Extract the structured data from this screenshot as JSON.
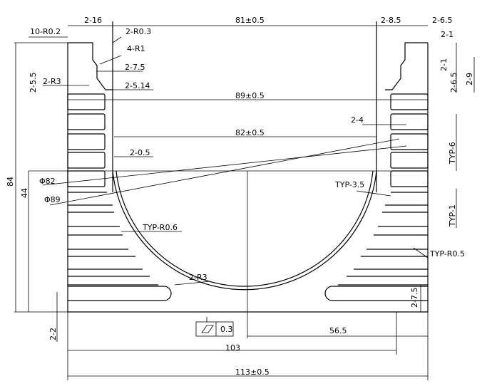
{
  "labels": {
    "d1": "2-16",
    "d2": "81±0.5",
    "d3": "2-8.5",
    "d4": "2-6.5",
    "d5": "10-R0.2",
    "d6": "2-R0.3",
    "d7": "2-1",
    "d8": "4-R1",
    "d9": "2-1",
    "d10": "2-7.5",
    "d11": "2-9",
    "d12": "2-5.5",
    "d13": "2-R3",
    "d14": "2-6.5",
    "d15": "2-5.14",
    "d16": "89±0.5",
    "d17": "2-4",
    "d18": "82±0.5",
    "d19": "TYP-6",
    "d20": "2-0.5",
    "d21": "84",
    "d22": "44",
    "d23": "Φ82",
    "d24": "TYP-3.5",
    "d25": "Φ89",
    "d26": "TYP-1",
    "d27": "TYP-R0.6",
    "d28": "TYP-R0.5",
    "d29": "2-R3",
    "d30": "2-7.5",
    "d31": "0.3",
    "d32": "2-2",
    "d33": "56.5",
    "d34": "103",
    "d35": "113±0.5"
  }
}
